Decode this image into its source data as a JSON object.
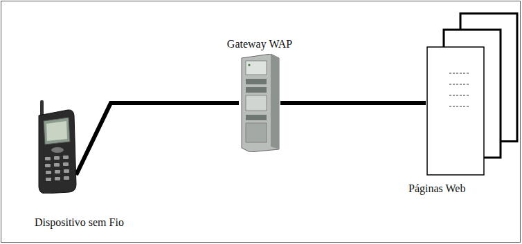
{
  "diagram": {
    "nodes": [
      {
        "text": [
          "Dispositivo sem Fio"
        ]
      },
      {
        "text": [
          "Gateway WAP"
        ]
      },
      {
        "text": [
          "Páginas Web"
        ]
      }
    ],
    "edges": [
      {
        "from": 0,
        "to": 1,
        "arrow": "none"
      },
      {
        "from": 1,
        "to": 2,
        "arrow": "none"
      }
    ]
  }
}
